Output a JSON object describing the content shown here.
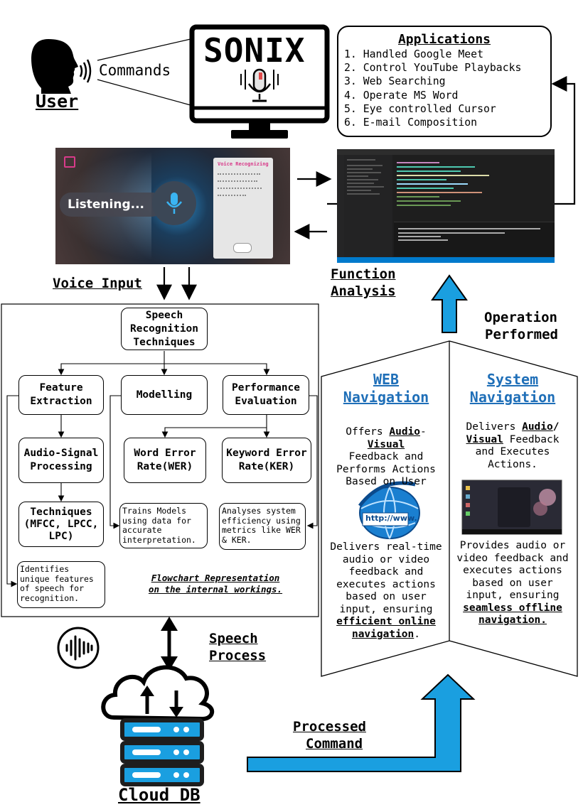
{
  "header": {
    "user_label": "User",
    "commands_label": "Commands",
    "app_name": "SONIX"
  },
  "applications": {
    "title": "Applications",
    "items": [
      "1. Handled Google Meet",
      "2. Control YouTube Playbacks",
      "3. Web Searching",
      "4. Operate MS Word",
      "5. Eye controlled Cursor",
      "6. E-mail Composition"
    ]
  },
  "listening_screen": {
    "listening_text": "Listening...",
    "panel_title": "Voice Recognizing"
  },
  "labels": {
    "voice_input": "Voice Input",
    "function_analysis_1": "Function",
    "function_analysis_2": "Analysis",
    "operation_performed_1": "Operation",
    "operation_performed_2": "Performed",
    "speech_process_1": "Speech",
    "speech_process_2": "Process",
    "processed_command_1": "Processed",
    "processed_command_2": "Command",
    "cloud_db": "Cloud DB"
  },
  "flowchart": {
    "root": [
      "Speech",
      "Recognition",
      "Techniques"
    ],
    "feature_extraction": [
      "Feature",
      "Extraction"
    ],
    "modelling": "Modelling",
    "performance_evaluation": [
      "Performance",
      "Evaluation"
    ],
    "audio_signal": [
      "Audio-Signal",
      "Processing"
    ],
    "techniques": [
      "Techniques",
      "(MFCC, LPCC,",
      "LPC)"
    ],
    "wer": [
      "Word Error",
      "Rate(WER)"
    ],
    "ker": [
      "Keyword Error",
      "Rate(KER)"
    ],
    "trains_desc": [
      "Trains Models",
      "using data for",
      "accurate",
      "interpretation."
    ],
    "analyses_desc": [
      "Analyses system",
      "efficiency using",
      "metrics like WER",
      "& KER."
    ],
    "identifies_desc": [
      "Identifies",
      "unique features",
      "of speech for",
      "recognition."
    ],
    "caption_1": "Flowchart Representation",
    "caption_2": "on the internal workings."
  },
  "web_nav": {
    "title_1": "WEB",
    "title_2": "Navigation",
    "offers": "Offers",
    "audio": "Audio",
    "dash": "-",
    "visual": "Visual",
    "feedback_lines": [
      "Feedback and",
      "Performs Actions",
      "Based on User"
    ],
    "globe_text": "http://www.",
    "bottom_lines": [
      "Delivers real-time",
      "audio or video",
      "feedback and",
      "executes actions",
      "based on user",
      "input, ensuring"
    ],
    "bottom_bold_1": "efficient online",
    "bottom_bold_2": "navigation",
    "bottom_end": "."
  },
  "sys_nav": {
    "title_1": "System",
    "title_2": "Navigation",
    "delivers": "Delivers",
    "audio": "Audio",
    "slash": "/",
    "visual": "Visual",
    "feedback": "Feedback",
    "lines": [
      "and Executes",
      "Actions."
    ],
    "bottom_lines": [
      "Provides audio or",
      "video feedback and",
      "executes actions",
      "based on user",
      "input, ensuring"
    ],
    "bottom_bold_1": "seamless offline",
    "bottom_bold_2": "navigation."
  },
  "colors": {
    "arrow_blue": "#1a9fe0",
    "link_blue": "#1f6fb8",
    "server_blue": "#1a9fe0",
    "dark": "#1e1e1e"
  }
}
